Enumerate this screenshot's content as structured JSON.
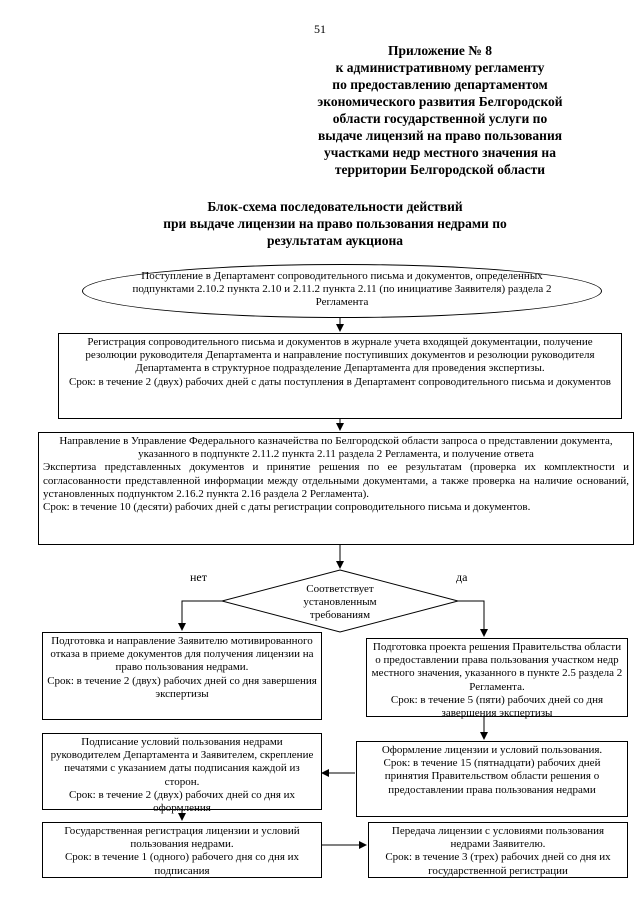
{
  "page_number": "51",
  "appendix": {
    "lines": [
      "Приложение № 8",
      "к административному регламенту",
      "по предоставлению департаментом",
      "экономического развития Белгородской",
      "области государственной услуги по",
      "выдаче лицензий на право пользования",
      "участками недр местного значения на",
      "территории Белгородской области"
    ]
  },
  "title": {
    "lines": [
      "Блок-схема последовательности действий",
      "при выдаче лицензии на право пользования недрами по",
      "результатам аукциона"
    ]
  },
  "flow": {
    "start": "Поступление в Департамент сопроводительного письма и документов, определенных подпунктами 2.10.2 пункта 2.10 и 2.11.2 пункта 2.11 (по инициативе Заявителя) раздела 2 Регламента",
    "registration": {
      "text": "Регистрация сопроводительного письма и документов в журнале учета входящей документации, получение резолюции руководителя Департамента и направление поступивших документов и резолюции руководителя Департамента в структурное подразделение Департамента для проведения экспертизы.",
      "term": "Срок: в течение 2 (двух) рабочих дней с даты поступления в Департамент сопроводительного письма и документов"
    },
    "request": {
      "text1": "Направление в Управление Федерального казначейства по Белгородской области запроса о представлении документа, указанного в подпункте 2.11.2 пункта 2.11 раздела 2 Регламента, и получение ответа",
      "text2": "Экспертиза представленных документов и принятие решения по ее результатам (проверка их комплектности и согласованности представленной информации между отдельными документами, а также проверка на наличие оснований, установленных подпунктом 2.16.2 пункта 2.16 раздела 2 Регламента).",
      "term": "Срок: в течение 10 (десяти) рабочих дней с даты регистрации сопроводительного письма и документов."
    },
    "decision": {
      "text": "Соответствует установленным требованиям",
      "no": "нет",
      "yes": "да"
    },
    "left": [
      {
        "text": "Подготовка и направление Заявителю мотивированного отказа в приеме документов для получения лицензии на право пользования недрами.",
        "term": "Срок: в течение 2 (двух) рабочих дней со дня завершения экспертизы"
      },
      {
        "text": "Подписание условий пользования недрами руководителем Департамента и Заявителем, скрепление печатями с указанием даты подписания каждой из сторон.",
        "term": "Срок: в течение 2 (двух) рабочих дней со дня их оформления"
      },
      {
        "text": "Государственная регистрация лицензии и условий пользования недрами.",
        "term": "Срок: в течение 1 (одного) рабочего дня со дня их подписания"
      }
    ],
    "right": [
      {
        "text": "Подготовка проекта решения Правительства области о предоставлении права пользования участком недр местного значения, указанного в пункте 2.5 раздела 2 Регламента.",
        "term": "Срок: в течение 5 (пяти) рабочих дней со дня завершения экспертизы"
      },
      {
        "text": "Оформление лицензии и условий пользования.",
        "term": "Срок: в течение 15 (пятнадцати) рабочих дней принятия Правительством области решения о предоставлении права пользования недрами"
      },
      {
        "text": "Передача лицензии с условиями пользования недрами Заявителю.",
        "term": "Срок: в течение 3 (трех) рабочих дней со дня их государственной регистрации"
      }
    ]
  }
}
